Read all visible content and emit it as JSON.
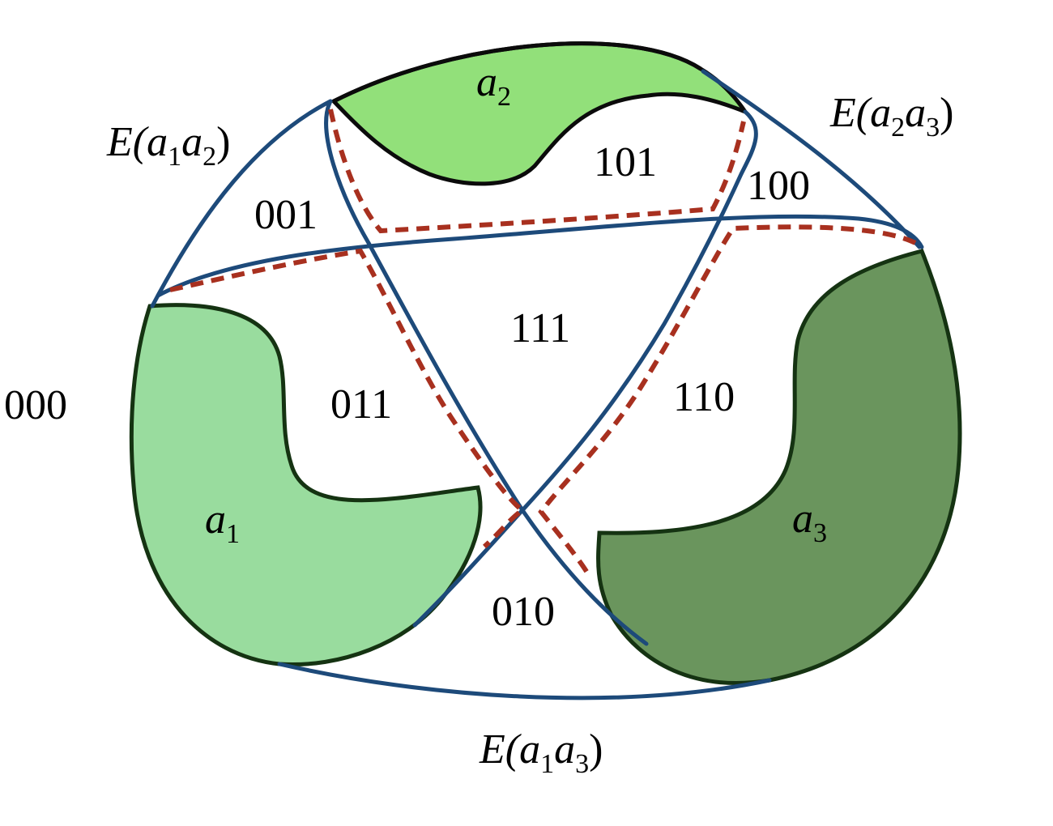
{
  "diagram": {
    "regions": [
      {
        "code": "000"
      },
      {
        "code": "001"
      },
      {
        "code": "101"
      },
      {
        "code": "100"
      },
      {
        "code": "111"
      },
      {
        "code": "011"
      },
      {
        "code": "110"
      },
      {
        "code": "010"
      }
    ],
    "agents": [
      {
        "letter": "a",
        "index": "1",
        "color": "#99dc9e"
      },
      {
        "letter": "a",
        "index": "2",
        "color": "#92e07a"
      },
      {
        "letter": "a",
        "index": "3",
        "color": "#6a955d"
      }
    ],
    "edges": [
      {
        "prefix": "E(",
        "l1": "a",
        "i1": "1",
        "l2": "a",
        "i2": "2",
        "suffix": ")"
      },
      {
        "prefix": "E(",
        "l1": "a",
        "i1": "2",
        "l2": "a",
        "i2": "3",
        "suffix": ")"
      },
      {
        "prefix": "E(",
        "l1": "a",
        "i1": "1",
        "l2": "a",
        "i2": "3",
        "suffix": ")"
      }
    ],
    "colors": {
      "boundary_blue": "#1d4a7a",
      "dashed_red": "#a8301f",
      "outline_dark": "#153312"
    }
  }
}
